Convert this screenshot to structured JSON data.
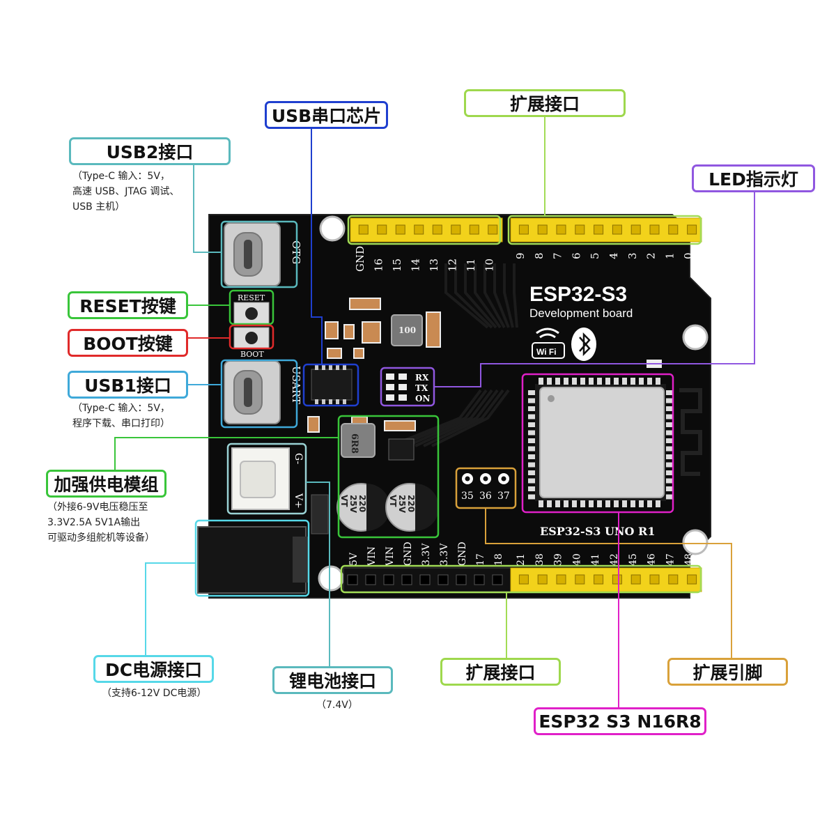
{
  "colors": {
    "teal": "#5ab9bd",
    "blue": "#1f3fcf",
    "green": "#39c53a",
    "red": "#e02a2a",
    "purple": "#9057e0",
    "orange": "#d9a13a",
    "magenta": "#e020c8",
    "cyan": "#56d8e8",
    "board": "#0b0b0b",
    "header_yellow": "#f2d21b"
  },
  "callouts": {
    "usb2": {
      "title": "USB2接口",
      "notes": [
        "（Type-C 输入：5V，",
        "高速 USB、JTAG 调试、",
        "USB 主机）"
      ]
    },
    "usb_serial": {
      "title": "USB串口芯片"
    },
    "ext_top": {
      "title": "扩展接口"
    },
    "led": {
      "title": "LED指示灯"
    },
    "reset": {
      "title": "RESET按键"
    },
    "boot": {
      "title": "BOOT按键"
    },
    "usb1": {
      "title": "USB1接口",
      "notes": [
        "（Type-C 输入：5V，",
        "程序下载、串口打印）"
      ]
    },
    "power": {
      "title": "加强供电模组",
      "notes": [
        "（外接6-9V电压稳压至",
        "3.3V2.5A 5V1A输出",
        "可驱动多组舵机等设备）"
      ]
    },
    "dc": {
      "title": "DC电源接口",
      "notes": [
        "（支持6-12V DC电源）"
      ]
    },
    "battery": {
      "title": "锂电池接口",
      "notes": [
        "（7.4V）"
      ]
    },
    "ext_bottom": {
      "title": "扩展接口"
    },
    "ext_pins": {
      "title": "扩展引脚"
    },
    "module": {
      "title": "ESP32 S3 N16R8"
    }
  },
  "board": {
    "title": "ESP32-S3",
    "subtitle": "Development board",
    "model": "ESP32-S3 UNO R1",
    "wifi_text": "Wi Fi",
    "otg_label": "OTG",
    "usart_label": "USART",
    "reset_label": "RESET",
    "boot_label": "BOOT",
    "gnd_pin_label": "G-",
    "vplus_label": "V+",
    "led_labels": [
      "RX",
      "TX",
      "ON"
    ],
    "cap_text": [
      "220",
      "25V",
      "VT"
    ],
    "inductor_big": "100",
    "inductor_small": "6R8",
    "top_left_pins": [
      "GND",
      "16",
      "15",
      "14",
      "13",
      "12",
      "11",
      "10"
    ],
    "top_right_pins": [
      "9",
      "8",
      "7",
      "6",
      "5",
      "4",
      "3",
      "2",
      "1",
      "0"
    ],
    "bottom_left_pins": [
      "5V",
      "VIN",
      "VIN",
      "GND",
      "3.3V",
      "3.3V",
      "GND",
      "17",
      "18"
    ],
    "bottom_right_pins": [
      "21",
      "38",
      "39",
      "40",
      "41",
      "42",
      "45",
      "46",
      "47",
      "48"
    ],
    "ext_pin_numbers": [
      "35",
      "36",
      "37"
    ]
  }
}
